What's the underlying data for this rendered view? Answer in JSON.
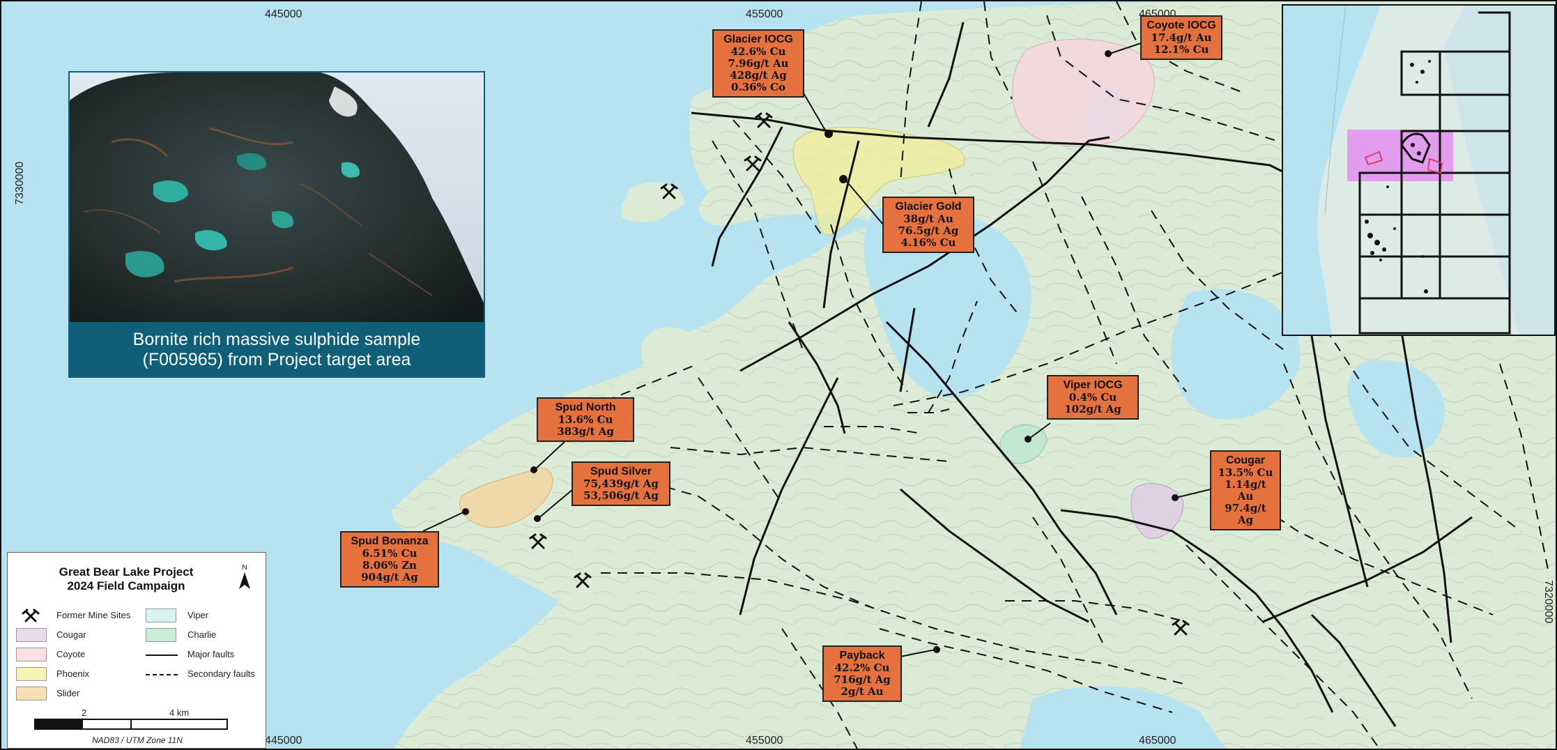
{
  "coords": {
    "top": [
      "445000",
      "455000",
      "465000"
    ],
    "bottom": [
      "445000",
      "455000",
      "465000"
    ],
    "left": "7330000",
    "right": "7320000"
  },
  "photo": {
    "caption_line1": "Bornite rich massive sulphide sample",
    "caption_line2": "(F005965) from Project target area"
  },
  "targets": [
    {
      "id": "glacier-iocg",
      "title": "Glacier IOCG",
      "lines": [
        "42.6% Cu",
        "7.96g/t Au",
        "428g/t Ag",
        "0.36% Co"
      ]
    },
    {
      "id": "coyote-iocg",
      "title": "Coyote IOCG",
      "lines": [
        "17.4g/t Au",
        "12.1% Cu"
      ]
    },
    {
      "id": "glacier-gold",
      "title": "Glacier Gold",
      "lines": [
        "38g/t Au",
        "76.5g/t Ag",
        "4.16% Cu"
      ]
    },
    {
      "id": "viper-iocg",
      "title": "Viper IOCG",
      "lines": [
        "0.4% Cu",
        "102g/t Ag"
      ]
    },
    {
      "id": "spud-north",
      "title": "Spud North",
      "lines": [
        "13.6% Cu",
        "383g/t Ag"
      ]
    },
    {
      "id": "spud-silver",
      "title": "Spud Silver",
      "lines": [
        "75,439g/t Ag",
        "53,506g/t Ag"
      ]
    },
    {
      "id": "cougar",
      "title": "Cougar",
      "lines": [
        "13.5% Cu",
        "1.14g/t Au",
        "97.4g/t Ag"
      ]
    },
    {
      "id": "spud-bonanza",
      "title": "Spud Bonanza",
      "lines": [
        "6.51% Cu",
        "8.06% Zn",
        "904g/t Ag"
      ]
    },
    {
      "id": "payback",
      "title": "Payback",
      "lines": [
        "42.2% Cu",
        "716g/t Ag",
        "2g/t Au"
      ]
    }
  ],
  "legend": {
    "title_line1": "Great Bear Lake Project",
    "title_line2": "2024 Field Campaign",
    "north": "N",
    "items": [
      {
        "label": "Former Mine Sites",
        "kind": "mine-icon"
      },
      {
        "label": "Viper",
        "kind": "swatch",
        "color": "#d9f3ee"
      },
      {
        "label": "Cougar",
        "kind": "swatch",
        "color": "#ecd9ef"
      },
      {
        "label": "Charlie",
        "kind": "swatch",
        "color": "#c8efd6"
      },
      {
        "label": "Coyote",
        "kind": "swatch",
        "color": "#f9e0e4"
      },
      {
        "label": "Major faults",
        "kind": "line-solid"
      },
      {
        "label": "Phoenix",
        "kind": "swatch",
        "color": "#f7f2b3"
      },
      {
        "label": "Secondary faults",
        "kind": "line-dashed"
      },
      {
        "label": "Slider",
        "kind": "swatch",
        "color": "#f7dfb5"
      }
    ],
    "scale": {
      "mid": "2",
      "end": "4 km"
    },
    "datum": "NAD83 / UTM Zone 11N"
  },
  "colors": {
    "water": "#b7e2ef",
    "land": "#dcebd5",
    "tag_fill": "#e5713f",
    "caption_band": "#0f5f78",
    "phoenix_zone": "#f0ee9a",
    "slider_zone": "#f3d6a0",
    "coyote_zone": "#f4d6de",
    "viper_zone": "#bfe8d2",
    "cougar_zone": "#e0cde6",
    "inset_highlight": "#e38af0"
  }
}
